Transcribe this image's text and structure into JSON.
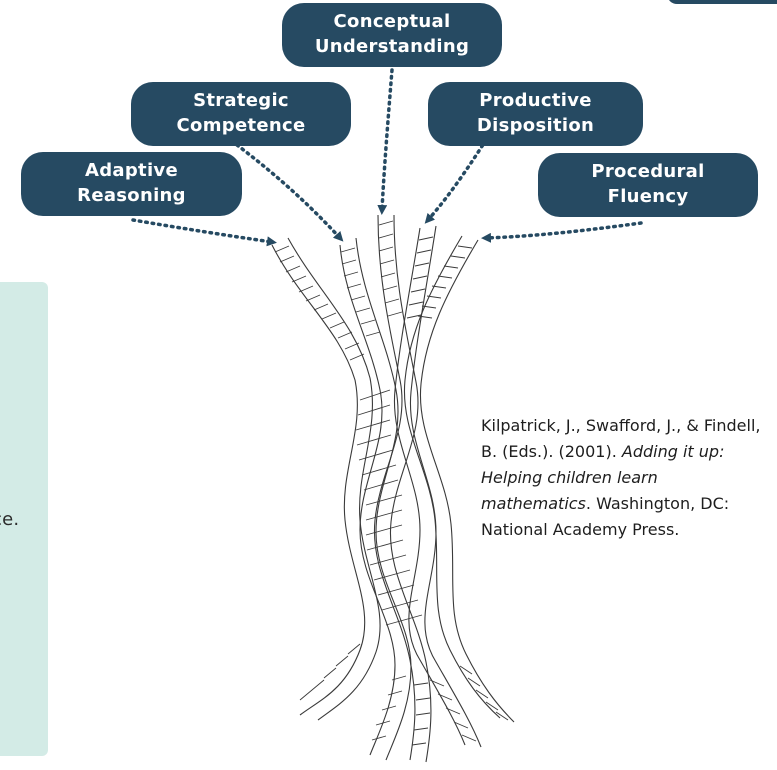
{
  "strands": [
    {
      "line1": "Adaptive",
      "line2": "Reasoning"
    },
    {
      "line1": "Strategic",
      "line2": "Competence"
    },
    {
      "line1": "Conceptual",
      "line2": "Understanding"
    },
    {
      "line1": "Productive",
      "line2": "Disposition"
    },
    {
      "line1": "Procedural",
      "line2": "Fluency"
    }
  ],
  "side_text": "ce.",
  "citation": {
    "authors": "Kilpatrick, J., Swafford, J., & Findell, B. (Eds.). (2001).",
    "title": "Adding it up: Helping children learn mathematics",
    "publisher": ". Washington, DC: National Academy Press."
  },
  "colors": {
    "pill": "#264a62",
    "panel": "#d3ebe6",
    "rope_stroke": "#3a3a3a"
  }
}
